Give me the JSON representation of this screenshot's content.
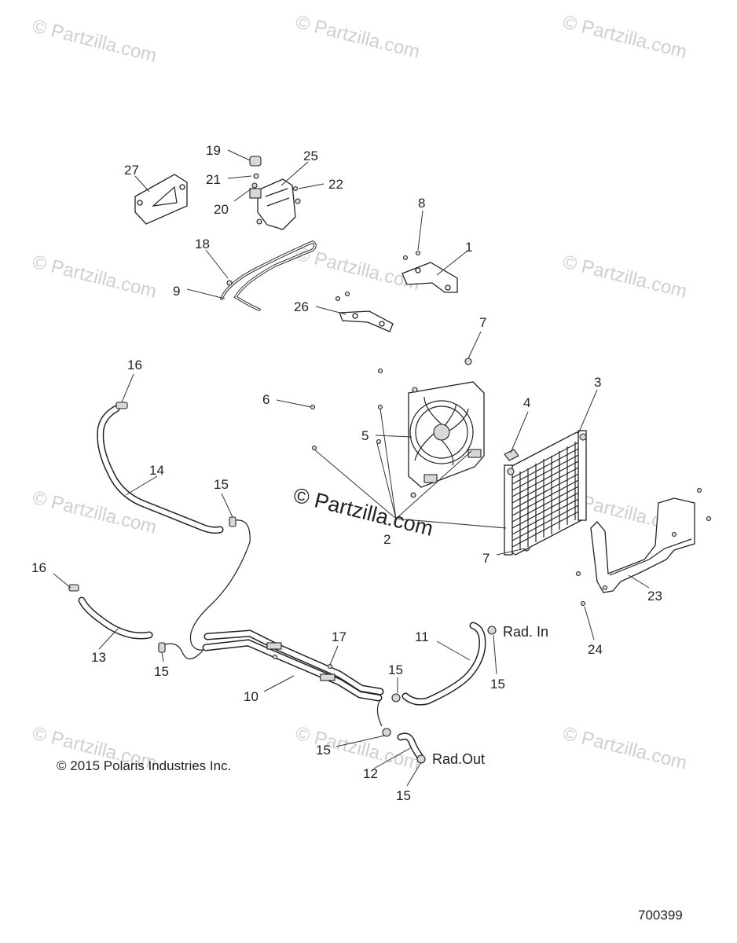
{
  "watermark": {
    "text": "© Partzilla.com",
    "center_text": "© Partzilla.com"
  },
  "copyright": "© 2015 Polaris Industries Inc.",
  "diagram_number": "700399",
  "labels": {
    "rad_in": "Rad. In",
    "rad_out": "Rad.Out"
  },
  "callouts": {
    "c1": "1",
    "c2": "2",
    "c3": "3",
    "c4": "4",
    "c5": "5",
    "c6": "6",
    "c7a": "7",
    "c7b": "7",
    "c8": "8",
    "c9": "9",
    "c10": "10",
    "c11": "11",
    "c12": "12",
    "c13": "13",
    "c14": "14",
    "c15a": "15",
    "c15b": "15",
    "c15c": "15",
    "c15d": "15",
    "c15e": "15",
    "c15f": "15",
    "c16a": "16",
    "c16b": "16",
    "c17": "17",
    "c18": "18",
    "c19": "19",
    "c20": "20",
    "c21": "21",
    "c22": "22",
    "c23": "23",
    "c24": "24",
    "c25": "25",
    "c26": "26",
    "c27": "27"
  }
}
